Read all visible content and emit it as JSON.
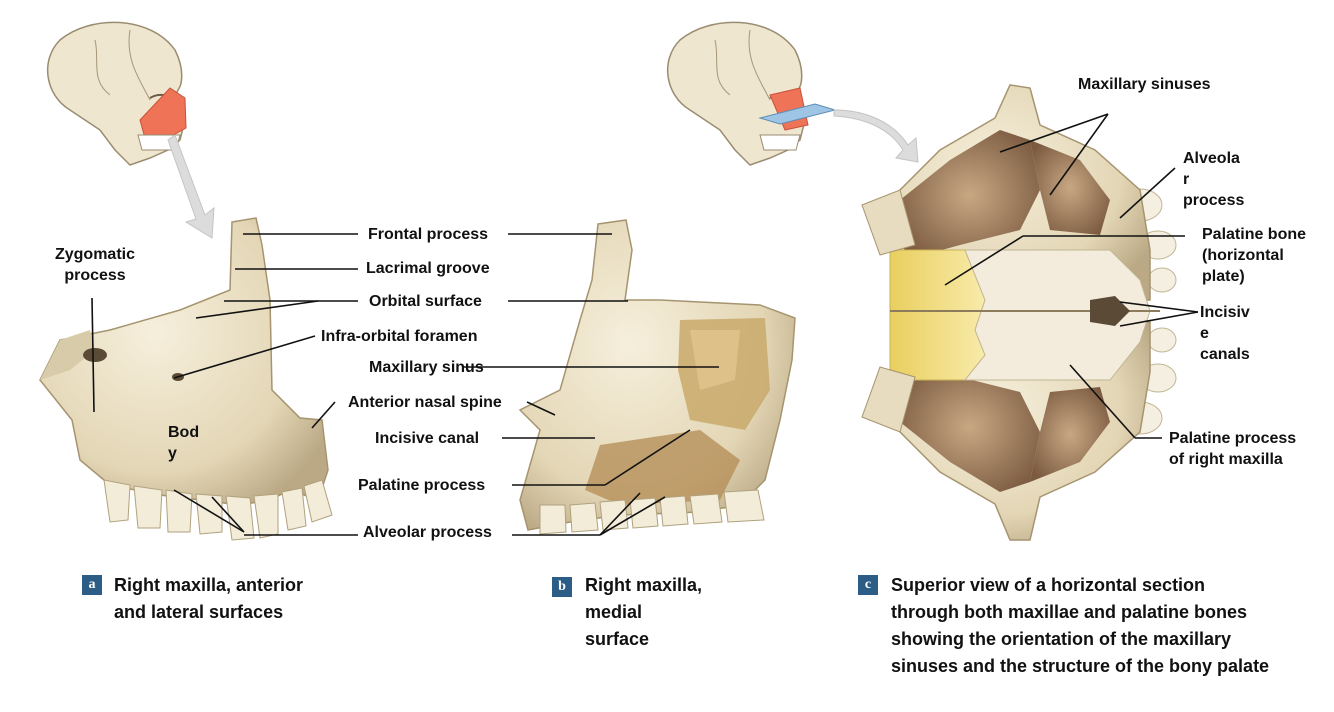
{
  "labels": {
    "zygomatic_process": [
      "Zygomatic",
      "process"
    ],
    "body": [
      "Bod",
      "y"
    ],
    "frontal_process": "Frontal process",
    "lacrimal_groove": "Lacrimal groove",
    "orbital_surface": "Orbital surface",
    "infraorbital_foramen": "Infra-orbital foramen",
    "maxillary_sinus": "Maxillary sinus",
    "anterior_nasal_spine": "Anterior nasal spine",
    "incisive_canal": "Incisive canal",
    "palatine_process": "Palatine process",
    "alveolar_process": "Alveolar process",
    "maxillary_sinuses": "Maxillary sinuses",
    "alveolar_process_c": [
      "Alveola",
      "r",
      "process"
    ],
    "palatine_bone": [
      "Palatine bone",
      "(horizontal",
      "plate)"
    ],
    "incisive_canals": [
      "Incisiv",
      "e",
      "canals"
    ],
    "palatine_process_right": [
      "Palatine process",
      "of right maxilla"
    ]
  },
  "panels": {
    "a": {
      "badge": "a",
      "caption": [
        "Right maxilla, anterior",
        "and lateral surfaces"
      ]
    },
    "b": {
      "badge": "b",
      "caption": [
        "Right maxilla,",
        "medial",
        "surface"
      ]
    },
    "c": {
      "badge": "c",
      "caption": [
        "Superior view of a horizontal section",
        "through both maxillae and palatine bones",
        "showing the orientation of the maxillary",
        "sinuses and the structure of the bony palate"
      ]
    }
  },
  "colors": {
    "bone": "#e9dfc6",
    "bone_shadow": "#b9a983",
    "highlight": "#ef7356",
    "palatine_bone": "#f1dd84",
    "sinus": "#8b6a4e",
    "badge": "#2c5d87",
    "arrow": "#d8d8d8"
  }
}
